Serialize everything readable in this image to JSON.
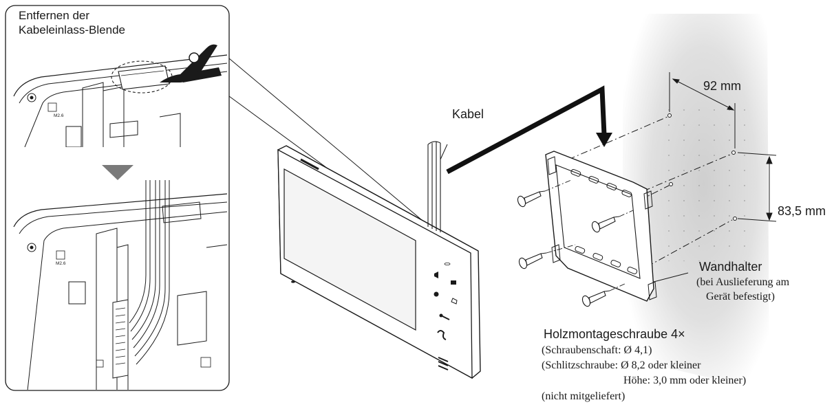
{
  "labels": {
    "cover_removal": [
      "Entfernen der",
      "Kabeleinlass-Blende"
    ],
    "cable": "Kabel",
    "dim_horizontal": "92 mm",
    "dim_vertical": "83,5 mm",
    "bracket_title": "Wandhalter",
    "bracket_note": [
      "(bei Auslieferung am",
      "Gerät befestigt)"
    ],
    "screw_title": "Holzmontageschraube 4×",
    "screw_shaft": "(Schraubenschaft: Ø 4,1)",
    "screw_head": "(Schlitzschraube: Ø 8,2 oder kleiner",
    "screw_height": "Höhe: 3,0 mm oder kleiner)",
    "screw_note": "(nicht mitgeliefert)"
  },
  "panel_tags": {
    "top_tag": "M2.6",
    "bottom_tag": "M2.6"
  },
  "colors": {
    "line": "#1a1a1a",
    "arrow_fill": "#7a7a7a",
    "wall_shade": "#cfcfcf",
    "screen": "#f4f4f4"
  }
}
